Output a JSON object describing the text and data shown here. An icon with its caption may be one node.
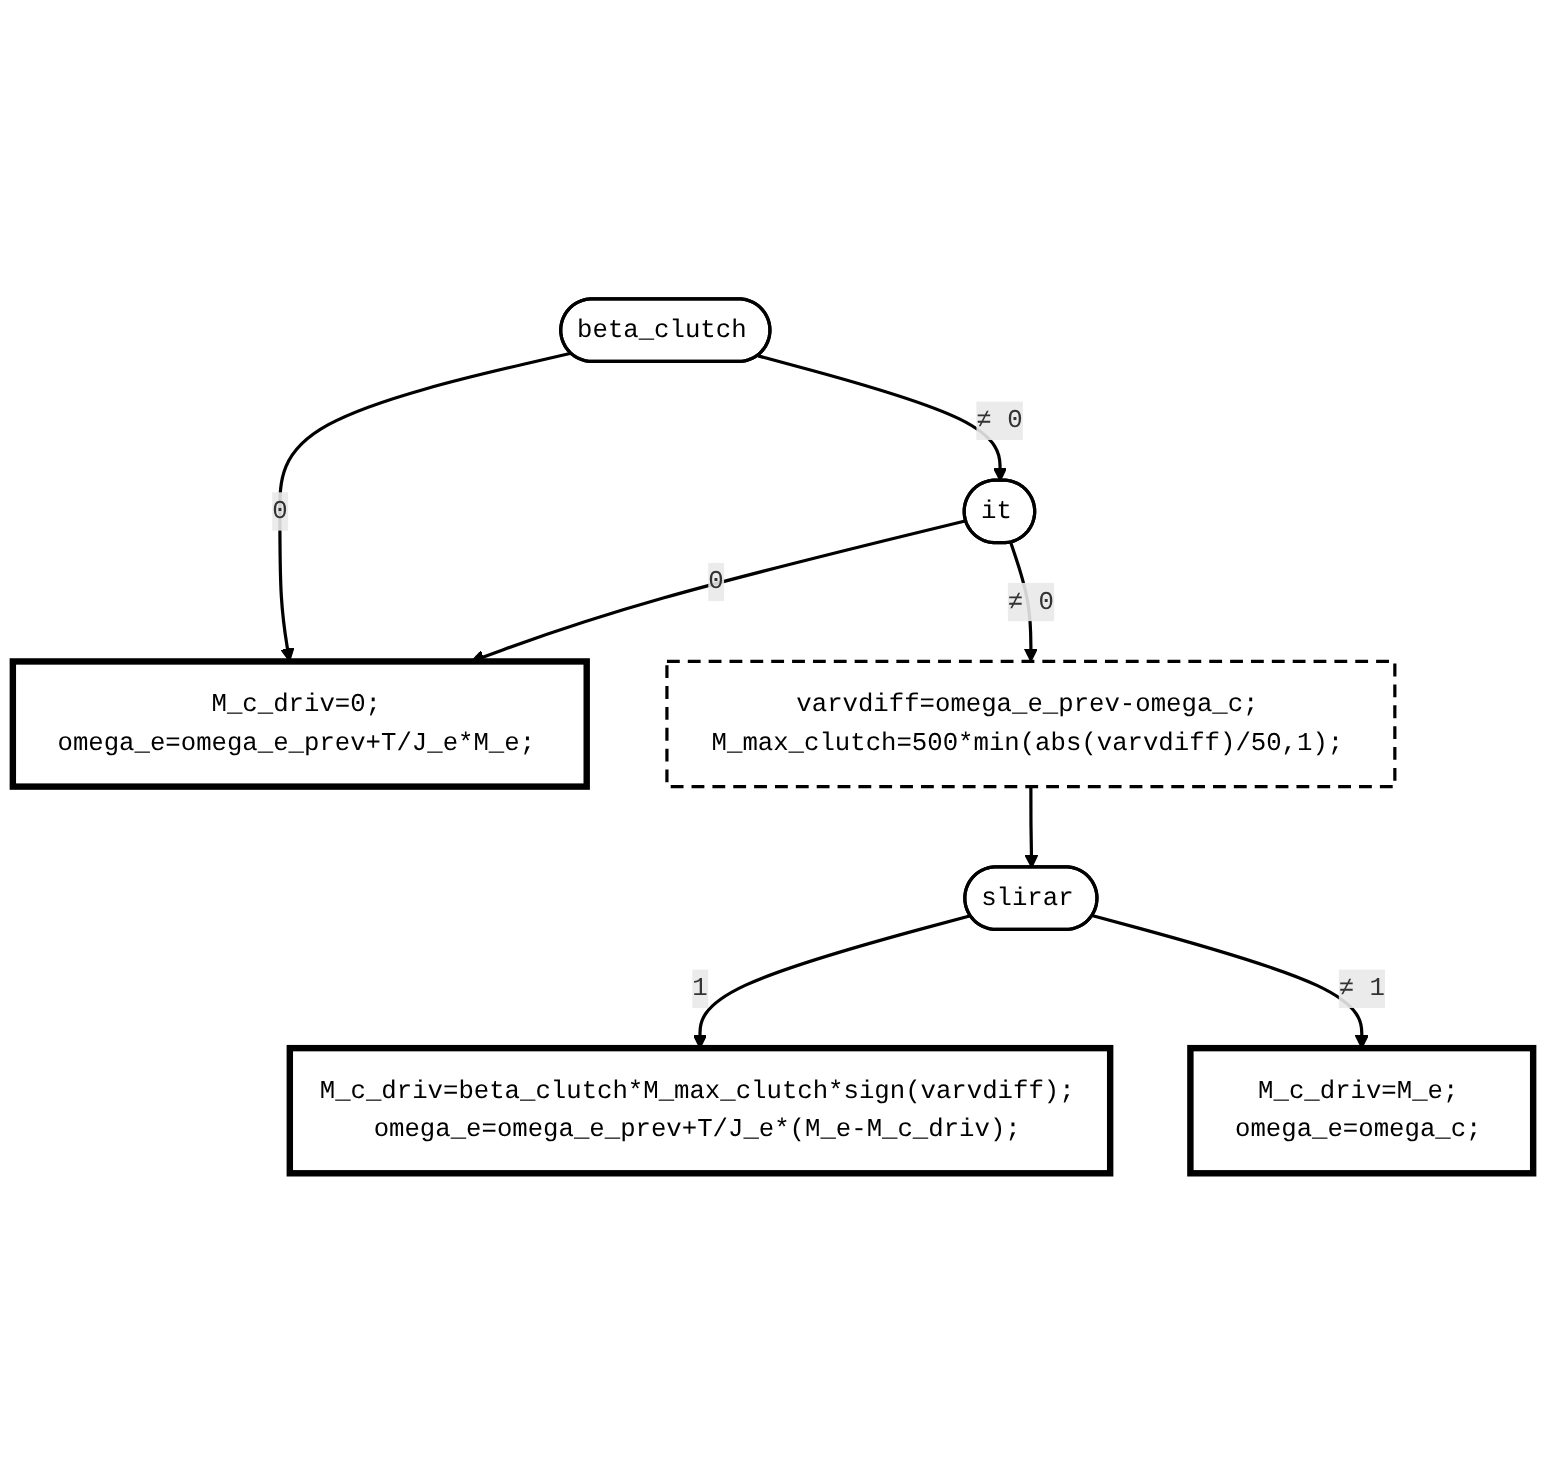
{
  "diagram": {
    "nodes": [
      {
        "text": [
          "beta_clutch"
        ]
      },
      {
        "text": [
          "it"
        ]
      },
      {
        "text": [
          "M_c_driv=0;",
          "omega_e=omega_e_prev+T/J_e*M_e;"
        ]
      },
      {
        "text": [
          "varvdiff=omega_e_prev-omega_c;",
          "M_max_clutch=500*min(abs(varvdiff)/50,1);"
        ]
      },
      {
        "text": [
          "slirar"
        ]
      },
      {
        "text": [
          "M_c_driv=M_e;",
          "omega_e=omega_c;"
        ]
      },
      {
        "text": [
          "M_c_driv=beta_clutch*M_max_clutch*sign(varvdiff);",
          "omega_e=omega_e_prev+T/J_e*(M_e-M_c_driv);"
        ]
      }
    ],
    "edges": [
      {
        "from": 0,
        "to": 2,
        "arrow": "to",
        "label": "0"
      },
      {
        "from": 0,
        "to": 1,
        "arrow": "to",
        "label": "≠ 0"
      },
      {
        "from": 1,
        "to": 2,
        "arrow": "to",
        "label": "0"
      },
      {
        "from": 1,
        "to": 3,
        "arrow": "to",
        "label": "≠ 0"
      },
      {
        "from": 3,
        "to": 4,
        "arrow": "to"
      },
      {
        "from": 4,
        "to": 6,
        "arrow": "to",
        "label": "1"
      },
      {
        "from": 4,
        "to": 5,
        "arrow": "to",
        "label": "≠ 1"
      }
    ]
  }
}
